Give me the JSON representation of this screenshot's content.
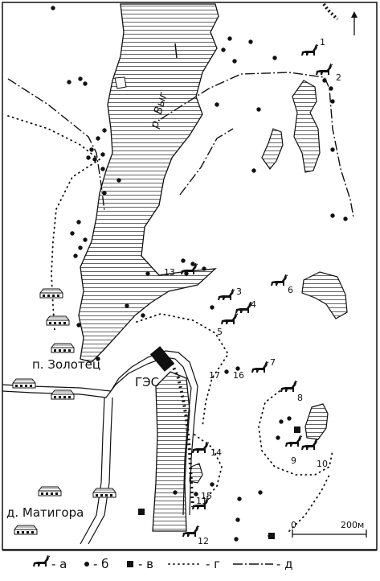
{
  "map": {
    "river_label": "р. Выг",
    "places": {
      "zolotets": "п. Золотец",
      "matigora": "д. Матигора",
      "ges": "ГЭС"
    },
    "site_numbers": [
      "1",
      "2",
      "3",
      "4",
      "5",
      "6",
      "7",
      "8",
      "9",
      "10",
      "11",
      "12",
      "13",
      "14",
      "15",
      "16",
      "17"
    ],
    "scale": {
      "zero": "0",
      "end": "200м"
    },
    "north_arrow": "north-arrow-icon"
  },
  "legend": {
    "a": "- а",
    "b": "- б",
    "v": "- в",
    "g": "- г",
    "d": "- д"
  },
  "colors": {
    "ink": "#111111",
    "paper": "#ffffff"
  }
}
